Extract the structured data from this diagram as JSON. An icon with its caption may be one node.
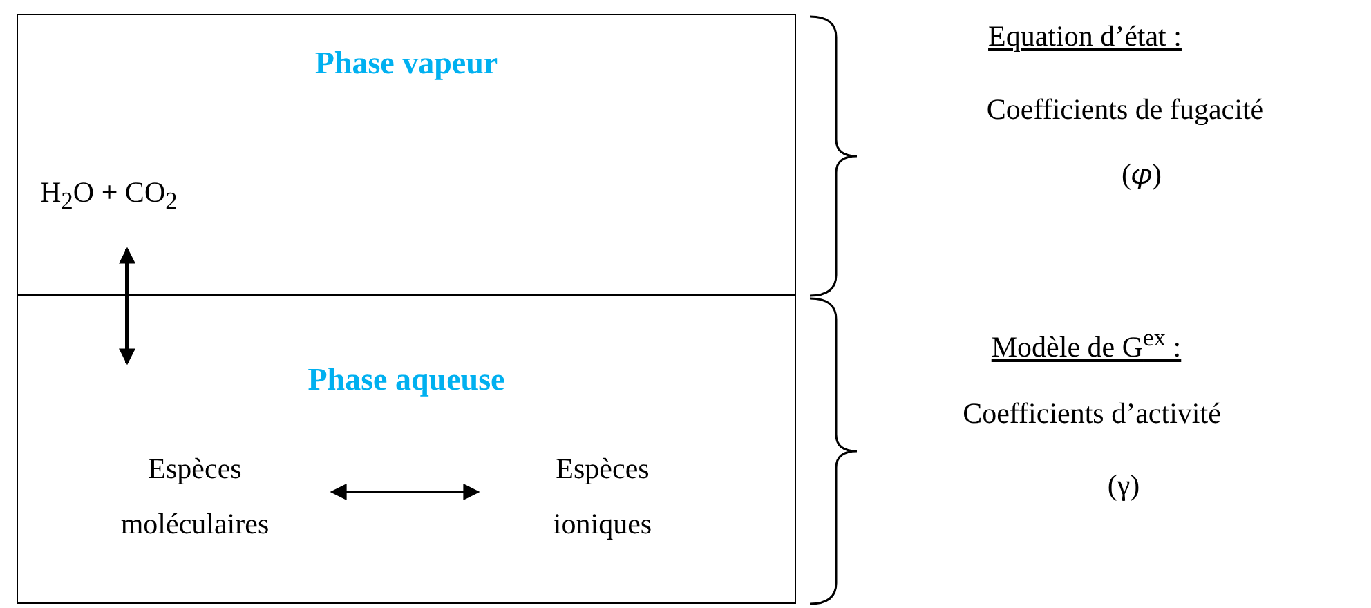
{
  "diagram": {
    "nodes": [
      {
        "text": [
          "Phase vapeur"
        ]
      },
      {
        "text": [
          "H$_{2}$O + CO$_{2}$"
        ],
        "in": 0
      },
      {
        "text": [
          "Phase aqueuse"
        ]
      },
      {
        "text": [
          "Espèces moléculaires"
        ],
        "in": 2
      },
      {
        "text": [
          "Espèces ioniques"
        ],
        "in": 2
      }
    ],
    "edges": [
      {
        "from": 1,
        "to": 2,
        "arrow": "both",
        "style": "thick"
      },
      {
        "from": 3,
        "to": 4,
        "arrow": "both"
      }
    ],
    "labels": [
      "Equation d’état :",
      "Coefficients de fugacité",
      "(𝜑)",
      "Modèle de G$^{ex}$ :",
      "Coefficients d’activité",
      "(γ)"
    ]
  }
}
